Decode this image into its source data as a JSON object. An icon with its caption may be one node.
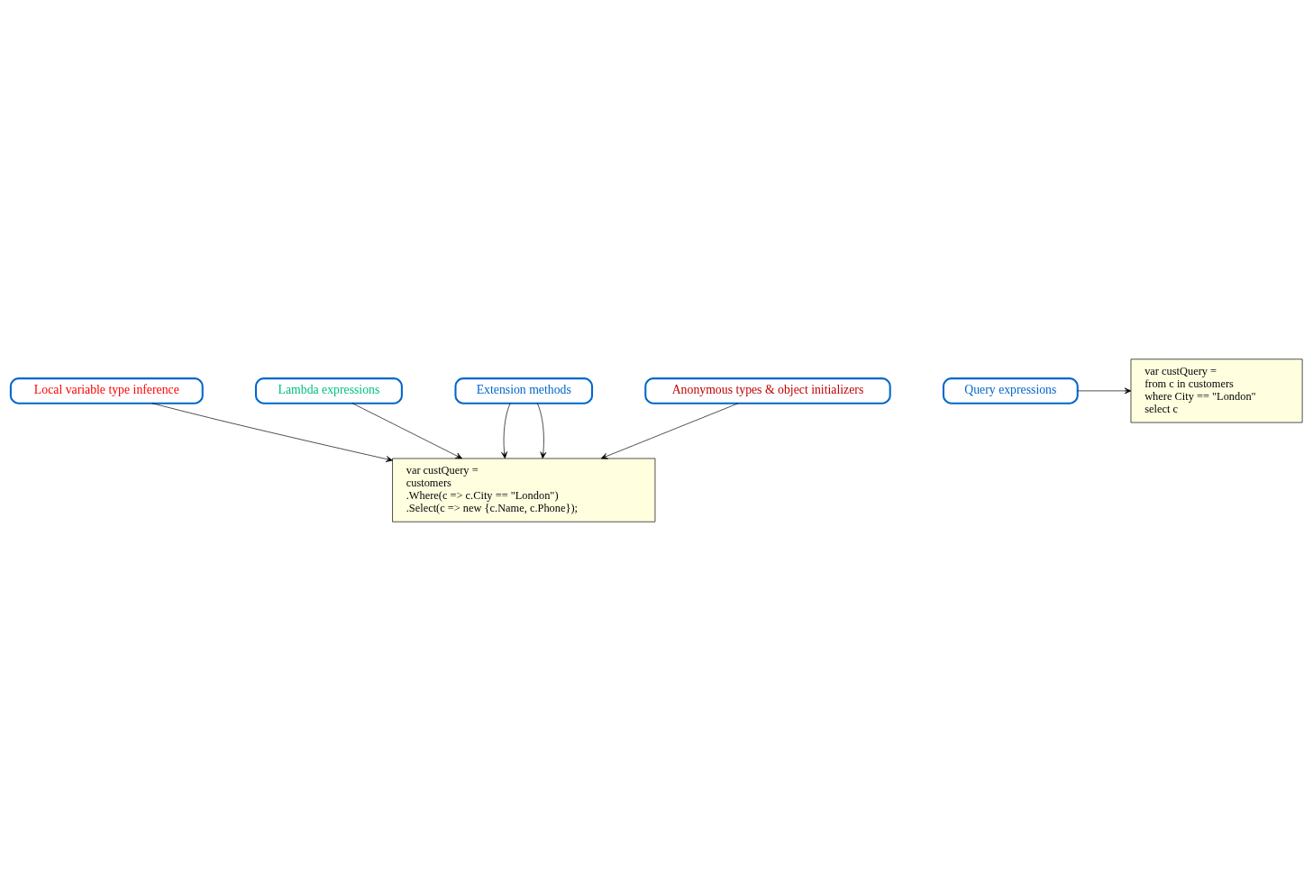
{
  "diagram": {
    "nodes": [
      {
        "text": [
          "Local variable type inference"
        ]
      },
      {
        "text": [
          "Lambda expressions"
        ]
      },
      {
        "text": [
          "var custQuery =",
          "customers",
          ".Where(c => c.City == \"London\")",
          ".Select(c => new {c.Name, c.Phone});"
        ]
      },
      {
        "text": [
          "Extension methods"
        ]
      },
      {
        "text": [
          "Anonymous types & object initializers"
        ]
      },
      {
        "text": [
          "Query expressions"
        ]
      },
      {
        "text": [
          "var custQuery =",
          "from c in customers",
          "where City == \"London\"",
          "select c"
        ]
      }
    ],
    "edges": [
      {
        "from": 0,
        "to": 2,
        "arrow": "to"
      },
      {
        "from": 1,
        "to": 2,
        "arrow": "to"
      },
      {
        "from": 3,
        "to": 2,
        "arrow": "to"
      },
      {
        "from": 3,
        "to": 2,
        "arrow": "to"
      },
      {
        "from": 4,
        "to": 2,
        "arrow": "to"
      },
      {
        "from": 5,
        "to": 6,
        "arrow": "to"
      }
    ]
  }
}
